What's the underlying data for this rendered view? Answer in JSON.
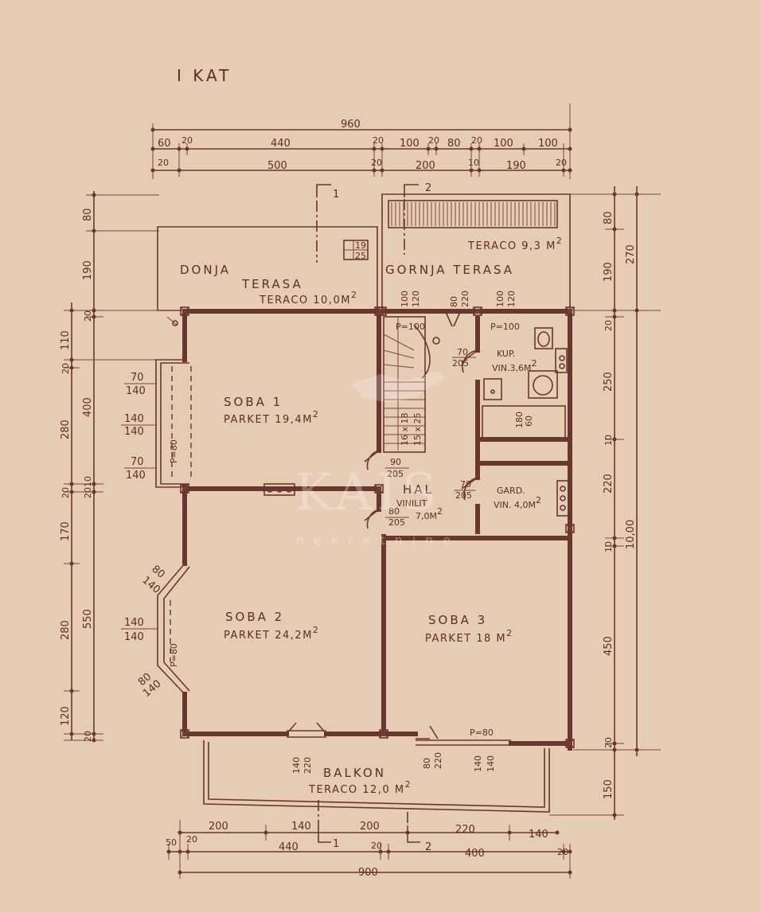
{
  "title": "I KAT",
  "rooms": {
    "donja_terasa": {
      "name_line1": "DONJA",
      "name_line2": "TERASA",
      "area": "TERACO 10,0M",
      "sup": "2"
    },
    "gornja_terasa": {
      "name": "GORNJA TERASA",
      "area": "TERACO 9,3 M",
      "sup": "2"
    },
    "soba1": {
      "name": "SOBA 1",
      "area": "PARKET 19,4M",
      "sup": "2"
    },
    "soba2": {
      "name": "SOBA 2",
      "area": "PARKET 24,2M",
      "sup": "2"
    },
    "soba3": {
      "name": "SOBA 3",
      "area": "PARKET 18 M",
      "sup": "2"
    },
    "hal": {
      "name": "HAL",
      "area_line1": "VINILIT",
      "area_line2": "7,0M",
      "sup": "2"
    },
    "kup": {
      "name": "KUP.",
      "area": "VIN.3,6M",
      "sup": "2"
    },
    "gard": {
      "name": "GARD.",
      "area": "VIN. 4,0M",
      "sup": "2"
    },
    "balkon": {
      "name": "BALKON",
      "area": "TERACO 12,0 M",
      "sup": "2"
    }
  },
  "sections": {
    "s1": "1",
    "s2": "2"
  },
  "top_dims": {
    "row1": "960",
    "row2": [
      "60",
      "20",
      "440",
      "20",
      "100",
      "20",
      "80",
      "20",
      "100",
      "100"
    ],
    "row3": [
      "20",
      "500",
      "20",
      "200",
      "10",
      "190",
      "20"
    ]
  },
  "bottom_dims": {
    "row1": [
      "200",
      "140",
      "200",
      "220",
      "140"
    ],
    "row2": [
      "50",
      "20",
      "440",
      "20",
      "400",
      "20"
    ],
    "row3": "900"
  },
  "left_dims": {
    "outer": [
      "80",
      "190",
      "110",
      "20",
      "400",
      "20",
      "550",
      "20"
    ],
    "inner": [
      "20",
      "280",
      "10",
      "20",
      "170",
      "280",
      "120"
    ]
  },
  "right_dims": {
    "outer": [
      "270",
      "10,00"
    ],
    "inner": [
      "80",
      "190",
      "20",
      "250",
      "10",
      "220",
      "10",
      "450",
      "20",
      "150"
    ]
  },
  "openings": {
    "w_left1_a": "70",
    "w_left1_b": "140",
    "w_left2_a": "140",
    "w_left2_b": "140",
    "w_left3_a": "70",
    "w_left3_b": "140",
    "p80_left": "P=80",
    "bay_top_a": "80",
    "bay_top_b": "140",
    "bay_mid_a": "140",
    "bay_mid_b": "140",
    "p80_bay": "P=80",
    "bay_bot_a": "80",
    "bay_bot_b": "140",
    "door_ter1_a": "100",
    "door_ter1_b": "120",
    "p100_1": "P=100",
    "door_ter2_a": "80",
    "door_ter2_b": "220",
    "door_ter3_a": "100",
    "door_ter3_b": "120",
    "p100_2": "P=100",
    "door_kup_a": "70",
    "door_kup_b": "205",
    "door_s1_a": "90",
    "door_s1_b": "205",
    "door_gard_a": "70",
    "door_gard_b": "205",
    "door_s2_a": "80",
    "door_s2_b": "205",
    "stair_a": "16 x 18",
    "stair_b": "15 x 25",
    "step_a": "19",
    "step_b": "25",
    "tub_a": "180",
    "tub_b": "60",
    "balc_door1_a": "140",
    "balc_door1_b": "220",
    "balc_door2_a": "80",
    "balc_door2_b": "220",
    "balc_win_a": "140",
    "balc_win_b": "140",
    "p80_balc": "P=80"
  },
  "watermark": {
    "brand": "KAIS",
    "sub": "nekretnine"
  },
  "colors": {
    "paper": "#e6cbb5",
    "ink": "#6a3630"
  }
}
